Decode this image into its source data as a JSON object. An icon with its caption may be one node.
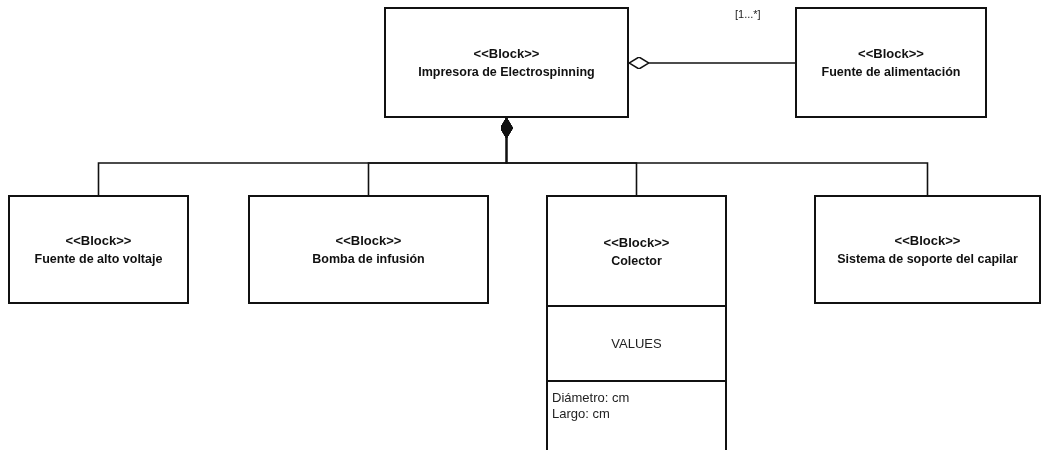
{
  "diagram": {
    "nodes": [
      {
        "text": [
          "<<Block>>",
          "Impresora de Electrospinning"
        ]
      },
      {
        "text": [
          "<<Block>>",
          "Fuente de alimentación"
        ]
      },
      {
        "text": [
          "<<Block>>",
          "Fuente de alto voltaje"
        ]
      },
      {
        "text": [
          "<<Block>>",
          "Bomba de infusión"
        ]
      },
      {
        "text": [
          "<<Block>>",
          "Colector",
          "VALUES",
          "Diámetro: cm",
          "Largo: cm"
        ]
      },
      {
        "text": [
          "<<Block>>",
          "Sistema de soporte del capilar"
        ]
      }
    ],
    "edges": [
      {
        "from": 1,
        "to": 0,
        "arrow": "other",
        "label": "[1...*]"
      },
      {
        "from": 2,
        "to": 0,
        "arrow": "other"
      },
      {
        "from": 3,
        "to": 0,
        "arrow": "other"
      },
      {
        "from": 4,
        "to": 0,
        "arrow": "other"
      },
      {
        "from": 5,
        "to": 0,
        "arrow": "other"
      }
    ]
  }
}
